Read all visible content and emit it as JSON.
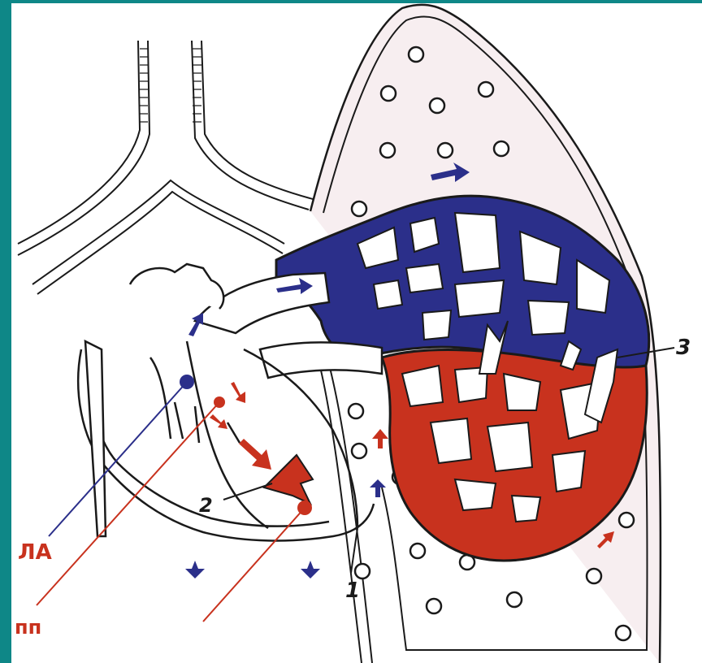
{
  "labels": {
    "la": "ЛА",
    "pp": "пп",
    "n1": "1",
    "n2": "2",
    "n3": "3"
  },
  "colors": {
    "frame": "#0e8787",
    "venous_blue": "#2b2f8a",
    "arterial_red": "#c8321e",
    "ink": "#1a1a1a",
    "lung_tint": "#f7eef0"
  },
  "icons": [
    "alveolus-circle-icon",
    "blood-flow-arrow-icon"
  ]
}
